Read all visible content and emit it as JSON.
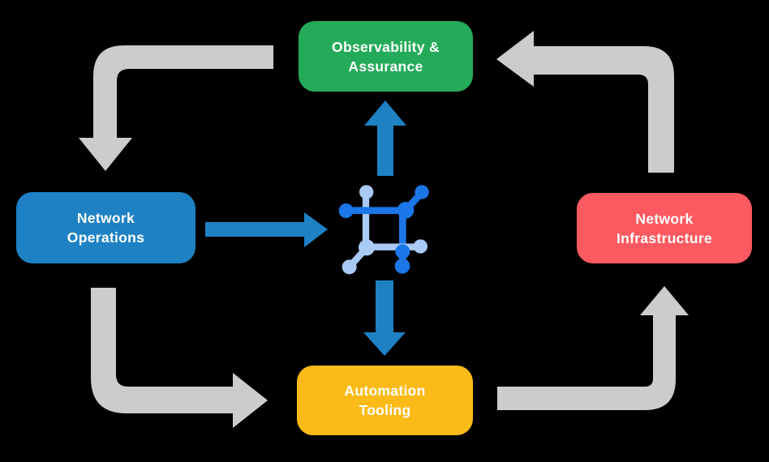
{
  "colors": {
    "background": "#000000",
    "cycle_arrow_gray": "#cccccc",
    "hub_arrow_blue": "#1e81c4",
    "icon_dark_blue": "#1b76e8",
    "icon_light_blue": "#a9caf5",
    "label_text": "#ffffff",
    "observability_green": "#24ab59",
    "operations_blue": "#1e81c4",
    "infrastructure_red": "#fc5a60",
    "automation_yellow": "#fbba17"
  },
  "nodes": {
    "observability": {
      "line1": "Observability &",
      "line2": "Assurance"
    },
    "operations": {
      "line1": "Network",
      "line2": "Operations"
    },
    "infrastructure": {
      "line1": "Network",
      "line2": "Infrastructure"
    },
    "automation": {
      "line1": "Automation",
      "line2": "Tooling"
    }
  },
  "icon": {
    "name": "network-mesh-icon"
  },
  "flows": {
    "gray_cycle": [
      "observability-to-operations",
      "operations-to-automation",
      "automation-to-infrastructure",
      "infrastructure-to-observability"
    ],
    "blue_hub": [
      "operations-to-hub",
      "hub-to-observability",
      "hub-to-automation"
    ]
  }
}
